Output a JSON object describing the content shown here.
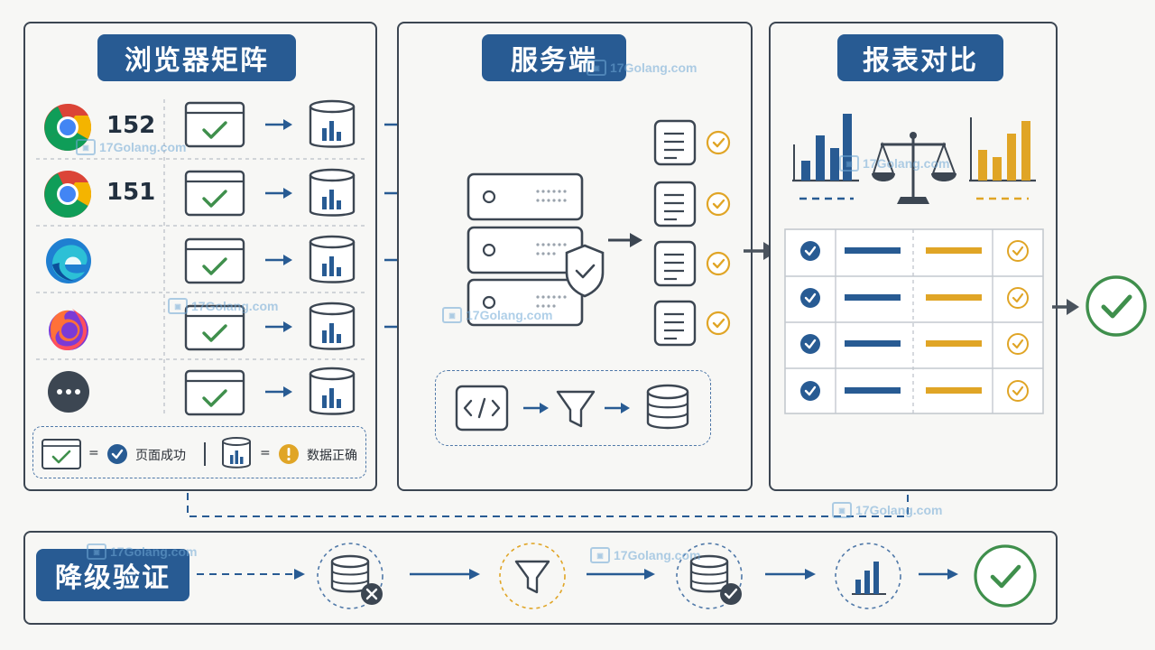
{
  "panels": {
    "browser_matrix": {
      "title": "浏览器矩阵"
    },
    "server": {
      "title": "服务端"
    },
    "report_compare": {
      "title": "报表对比"
    },
    "degrade_verify": {
      "title": "降级验证"
    }
  },
  "browsers": [
    {
      "icon": "chrome-icon",
      "version": "152"
    },
    {
      "icon": "chrome-icon",
      "version": "151"
    },
    {
      "icon": "edge-icon",
      "version": ""
    },
    {
      "icon": "firefox-icon",
      "version": ""
    },
    {
      "icon": "more-browsers-icon",
      "version": ""
    }
  ],
  "legend": {
    "equals_1": "=",
    "page_success": "页面成功",
    "equals_2": "=",
    "data_correct": "数据正确"
  },
  "watermark": {
    "text": "17Golang.com"
  },
  "colors": {
    "primary_blue": "#285b93",
    "accent_yellow": "#e0a526",
    "success_green": "#3f8f4c",
    "outline": "#3c4652"
  }
}
